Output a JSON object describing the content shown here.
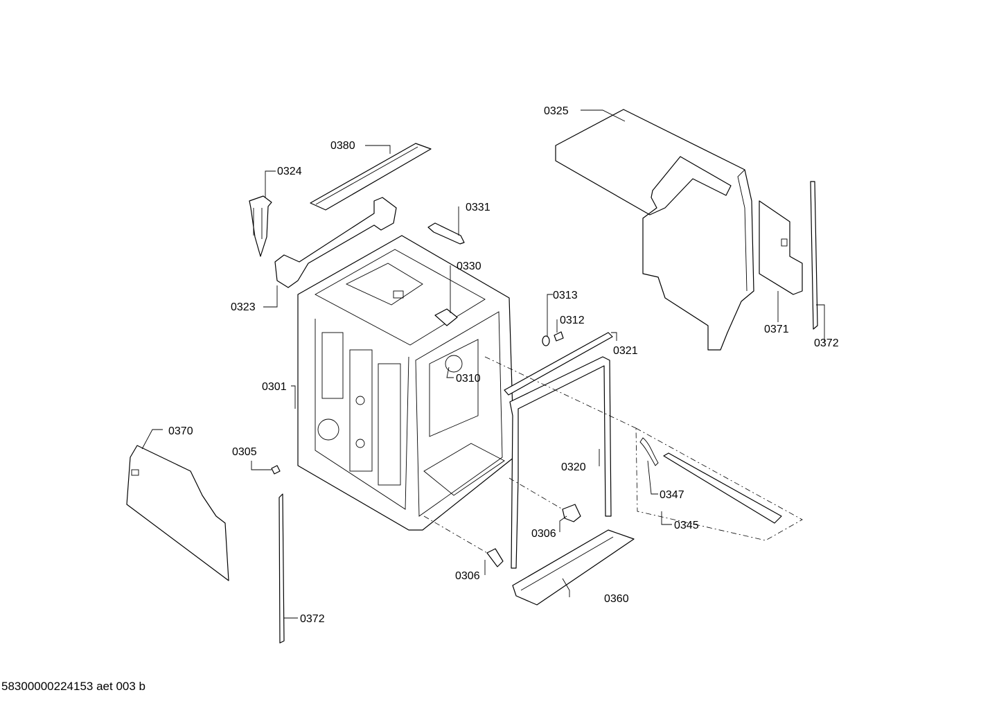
{
  "diagram": {
    "document_code": "58300000224153 aet 003 b",
    "callouts": {
      "p0301": "0301",
      "p0305": "0305",
      "p0306a": "0306",
      "p0306b": "0306",
      "p0310": "0310",
      "p0312": "0312",
      "p0313": "0313",
      "p0320": "0320",
      "p0321": "0321",
      "p0323": "0323",
      "p0324": "0324",
      "p0325": "0325",
      "p0330": "0330",
      "p0331": "0331",
      "p0345": "0345",
      "p0347": "0347",
      "p0360": "0360",
      "p0370": "0370",
      "p0371": "0371",
      "p0372a": "0372",
      "p0372b": "0372",
      "p0380": "0380"
    }
  }
}
